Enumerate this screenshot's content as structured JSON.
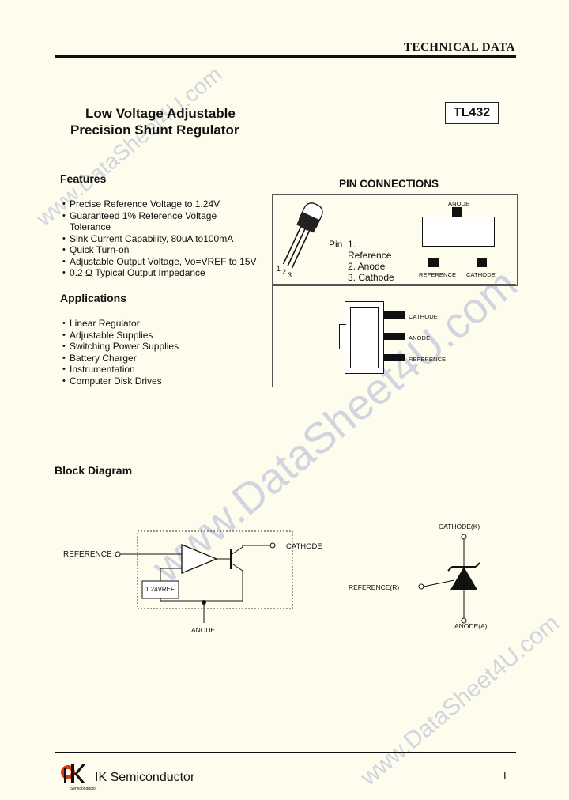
{
  "header": {
    "tag": "TECHNICAL DATA"
  },
  "title": {
    "line1": "Low Voltage Adjustable",
    "line2": "Precision Shunt Regulator"
  },
  "part_number": "TL432",
  "features": {
    "heading": "Features",
    "items": [
      "Precise Reference Voltage to 1.24V",
      "Guaranteed  1% Reference  Voltage",
      "Sink Current Capability, 80uA to100mA",
      "Quick Turn-on",
      "Adjustable Output Voltage, Vo=VREF  to 15V",
      "0.2 Ω  Typical Output Impedance"
    ],
    "item2_cont": "Tolerance"
  },
  "applications": {
    "heading": "Applications",
    "items": [
      "Linear Regulator",
      "Adjustable Supplies",
      "Switching Power Supplies",
      "Battery Charger",
      "Instrumentation",
      "Computer Disk Drives"
    ]
  },
  "pin_connections": {
    "heading": "PIN  CONNECTIONS",
    "pin_label": "Pin",
    "pins": [
      "1.  Reference",
      "2.  Anode",
      "3.  Cathode"
    ],
    "to92_numbers": [
      "1",
      "2",
      "3"
    ],
    "sot23": {
      "top": "ANODE",
      "left": "REFERENCE",
      "right": "CATHODE"
    },
    "sot89": [
      "CATHODE",
      "ANODE",
      "REFERENCE"
    ]
  },
  "block_diagram": {
    "heading": "Block Diagram",
    "reference": "REFERENCE",
    "cathode": "CATHODE",
    "anode": "ANODE",
    "vref": "1.24VREF"
  },
  "symbol": {
    "cathode": "CATHODE(K)",
    "reference": "REFERENCE(R)",
    "anode": "ANODE(A)"
  },
  "footer": {
    "company": "IK Semiconductor",
    "logo_sub": "Semiconductor",
    "page": "I"
  },
  "watermark": "www.DataSheet4U.com"
}
